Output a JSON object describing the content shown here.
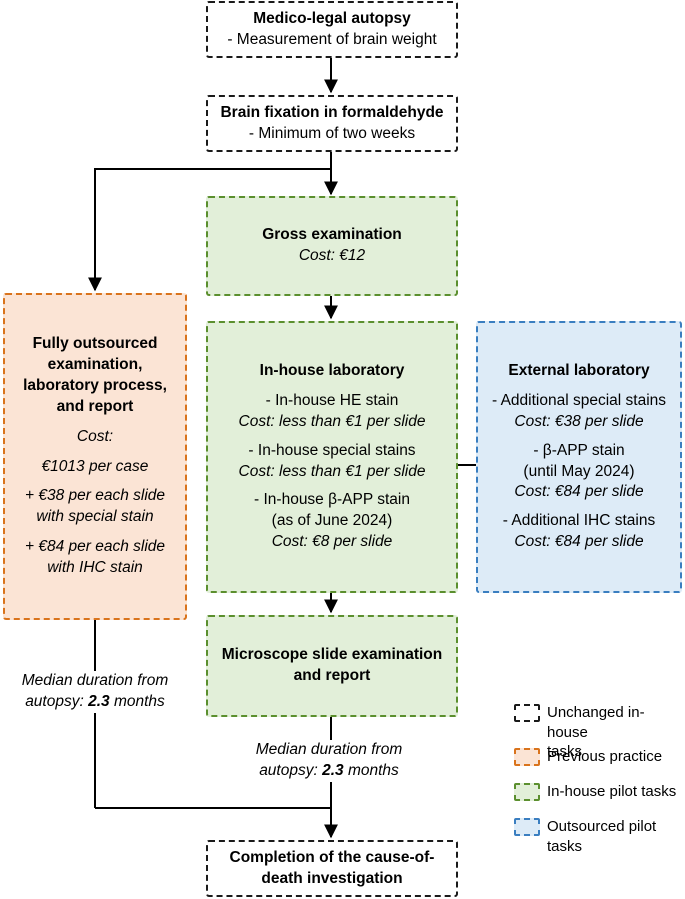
{
  "nodes": {
    "autopsy": {
      "title": "Medico-legal autopsy",
      "line": "- Measurement of brain weight"
    },
    "fixation": {
      "title": "Brain fixation in formaldehyde",
      "line": "- Minimum of two weeks"
    },
    "gross": {
      "title": "Gross examination",
      "cost": "Cost: €12"
    },
    "outsourced": {
      "title_lines": [
        "Fully outsourced",
        "examination,",
        "laboratory process,",
        "and report"
      ],
      "cost_label": "Cost:",
      "per_case": "€1013 per case",
      "special_1": "+ €38 per each slide",
      "special_2": "with special stain",
      "ihc_1": "+ €84 per each slide",
      "ihc_2": "with IHC stain"
    },
    "inhouse_lab": {
      "title": "In-house laboratory",
      "he": "- In-house HE stain",
      "he_cost": "Cost: less than €1 per slide",
      "special": "- In-house special stains",
      "special_cost": "Cost: less than €1 per slide",
      "app": "- In-house β-APP stain",
      "app_date": "(as of June 2024)",
      "app_cost": "Cost: €8 per slide"
    },
    "external_lab": {
      "title": "External laboratory",
      "special": "- Additional special stains",
      "special_cost": "Cost: €38 per slide",
      "app": "- β-APP stain",
      "app_date": "(until May 2024)",
      "app_cost": "Cost: €84 per slide",
      "ihc": "- Additional IHC stains",
      "ihc_cost": "Cost: €84 per slide"
    },
    "microscope": {
      "title_1": "Microscope slide examination",
      "title_2": "and report"
    },
    "completion": {
      "title_1": "Completion of the cause-of-",
      "title_2": "death investigation"
    }
  },
  "medians": {
    "left": {
      "line1": "Median duration from",
      "prefix": "autopsy: ",
      "value": "2.3",
      "suffix": " months"
    },
    "right": {
      "line1": "Median duration from",
      "prefix": "autopsy: ",
      "value": "2.3",
      "suffix": " months"
    }
  },
  "legend": [
    {
      "label_1": "Unchanged in-house",
      "label_2": "tasks",
      "color": "#1a1a1a",
      "fill": "#ffffff"
    },
    {
      "label_1": "Previous practice",
      "label_2": "",
      "color": "#d9731c",
      "fill": "#fbe4d5"
    },
    {
      "label_1": "In-house pilot tasks",
      "label_2": "",
      "color": "#5b8f2e",
      "fill": "#e2efd9"
    },
    {
      "label_1": "Outsourced pilot tasks",
      "label_2": "",
      "color": "#3a7ec0",
      "fill": "#ddebf7"
    }
  ]
}
